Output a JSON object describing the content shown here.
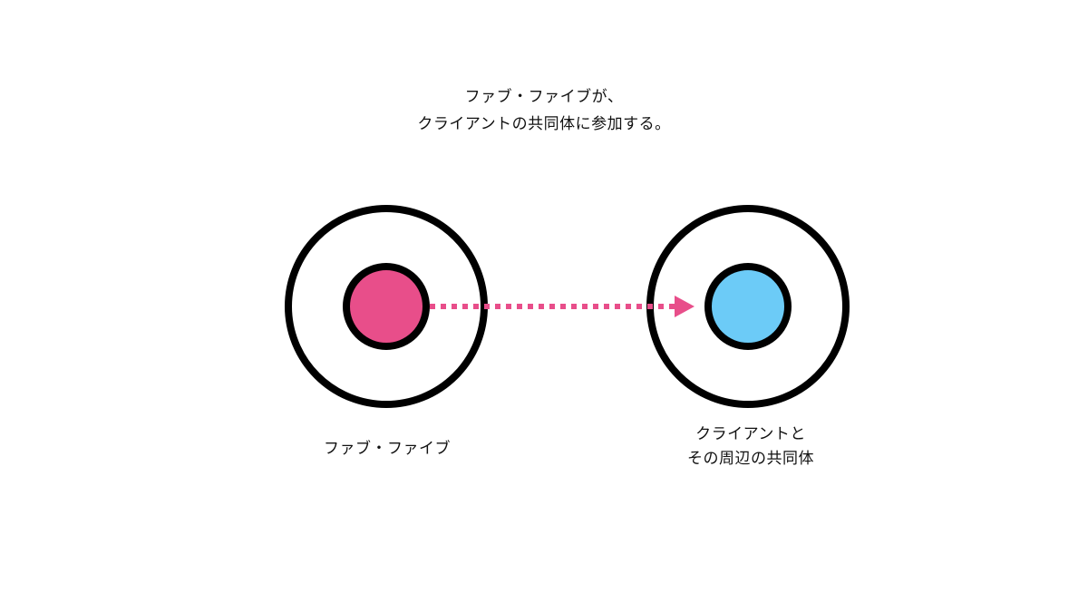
{
  "heading": {
    "line1": "ファブ・ファイブが、",
    "line2": "クライアントの共同体に参加する。"
  },
  "nodes": {
    "source": {
      "label": "ファブ・ファイブ",
      "color": "#E84E8A"
    },
    "target": {
      "label_line1": "クライアントと",
      "label_line2": "その周辺の共同体",
      "color": "#6CCBF7"
    }
  },
  "arrow": {
    "color": "#E84E8A",
    "style": "dotted"
  },
  "colors": {
    "ring": "#000000",
    "background": "#FFFFFF"
  }
}
